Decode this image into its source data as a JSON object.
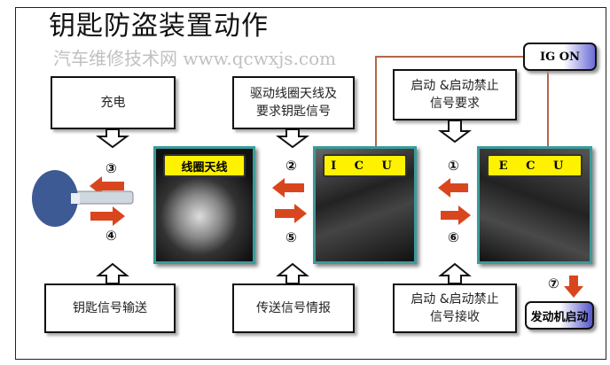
{
  "title": "钥匙防盗装置动作",
  "watermark": "汽车维修技术网 www.qcwxjs.com",
  "top_boxes": {
    "charge": "充电",
    "drive_coil_l1": "驱动线圈天线及",
    "drive_coil_l2": "要求钥匙信号",
    "start_req_l1": "启动 &启动禁止",
    "start_req_l2": "信号要求"
  },
  "ig_on": "IG ON",
  "components": {
    "coil": "线圈天线",
    "icu": "I C U",
    "ecu": "E C U"
  },
  "steps": {
    "s1": "①",
    "s2": "②",
    "s3": "③",
    "s4": "④",
    "s5": "⑤",
    "s6": "⑥",
    "s7": "⑦"
  },
  "bottom_boxes": {
    "key_signal": "钥匙信号输送",
    "transmit": "传送信号情报",
    "start_recv_l1": "启动 &启动禁止",
    "start_recv_l2": "信号接收"
  },
  "engine_start": "发动机启动",
  "colors": {
    "arrow": "#d9461e",
    "frame_teal": "#3d9a9a",
    "label_yellow": "#fff200",
    "line": "#b5664a"
  }
}
